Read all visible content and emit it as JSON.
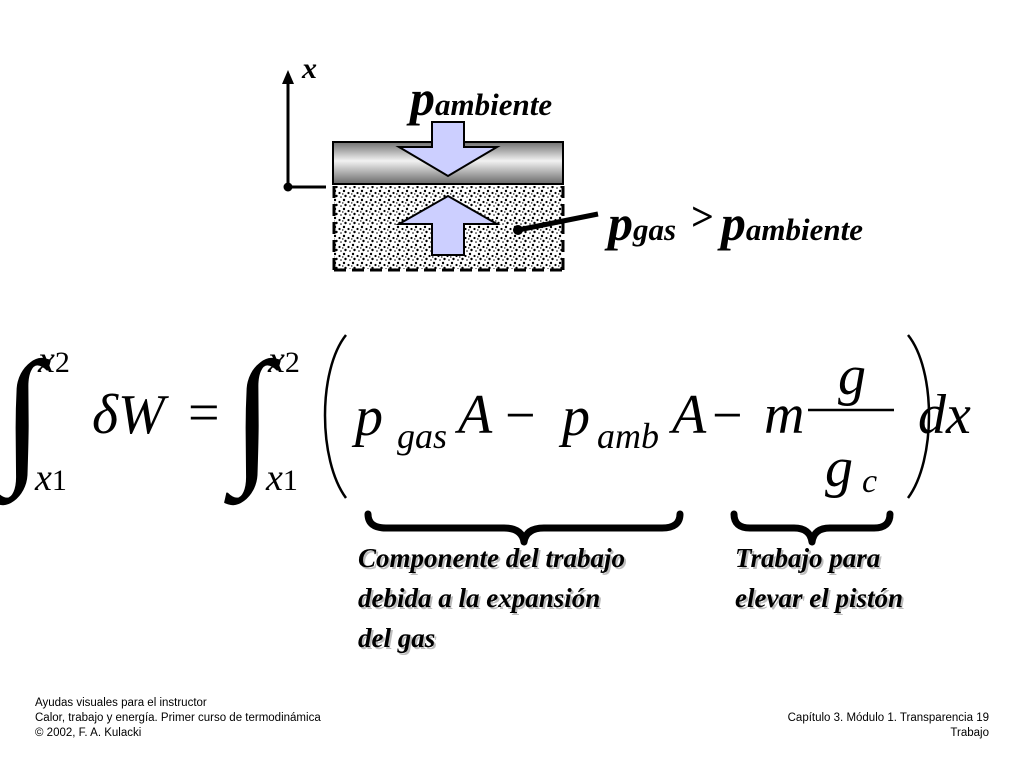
{
  "diagram": {
    "axis_label": "x",
    "p_symbol": "p",
    "ambient_sub": "ambiente",
    "gas_sub": "gas",
    "gt": ">"
  },
  "equation": {
    "integral": "∫",
    "lower": "x",
    "lower_sub": "1",
    "upper": "x",
    "upper_sub": "2",
    "delta": "δ",
    "work": "W",
    "equals": "=",
    "p": "p",
    "gas_sub": "gas",
    "A": "A",
    "minus": "−",
    "amb_sub": "amb",
    "m": "m",
    "g": "g",
    "gc_sub": "c",
    "dx": "dx"
  },
  "captions": {
    "left": [
      "Componente del trabajo",
      "debida a la expansión",
      "del gas"
    ],
    "right": [
      "Trabajo para",
      "elevar el pistón"
    ]
  },
  "footer": {
    "left": [
      "Ayudas visuales para el instructor",
      "Calor, trabajo y energía. Primer curso de termodinámica",
      "© 2002, F. A. Kulacki"
    ],
    "right": [
      "Capítulo 3.  Módulo 1. Transparencia 19",
      "Trabajo"
    ]
  },
  "colors": {
    "arrow_fill": "#cccfff",
    "piston_light": "#e6e6e6",
    "piston_dark": "#707070"
  }
}
